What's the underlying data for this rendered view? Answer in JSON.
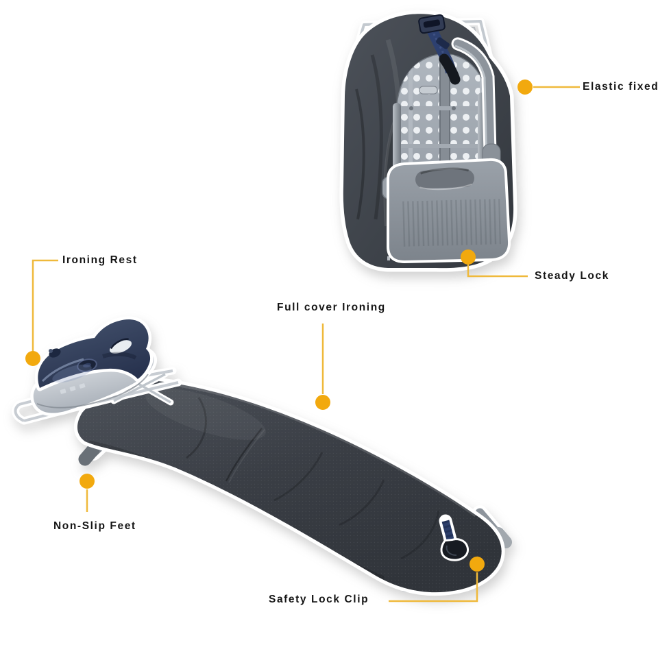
{
  "page": {
    "background": "#ffffff"
  },
  "callouts": [
    {
      "id": "elastic-fixed",
      "label": "Elastic fixed"
    },
    {
      "id": "steady-lock",
      "label": "Steady Lock"
    },
    {
      "id": "ironing-rest",
      "label": "Ironing Rest"
    },
    {
      "id": "full-cover-ironing",
      "label": "Full cover Ironing"
    },
    {
      "id": "non-slip-feet",
      "label": "Non-Slip Feet"
    },
    {
      "id": "safety-lock-clip",
      "label": "Safety Lock Clip"
    }
  ],
  "colors": {
    "accent_dot": "#F2A90E",
    "accent_line": "#EFB93B",
    "label_text": "#151515",
    "board_fabric": "#41464d",
    "frame_gray": "#8e959d",
    "iron_body_navy": "#333f5c",
    "strap_blue": "#2c3f6c",
    "cutout_outline": "#ffffff"
  }
}
